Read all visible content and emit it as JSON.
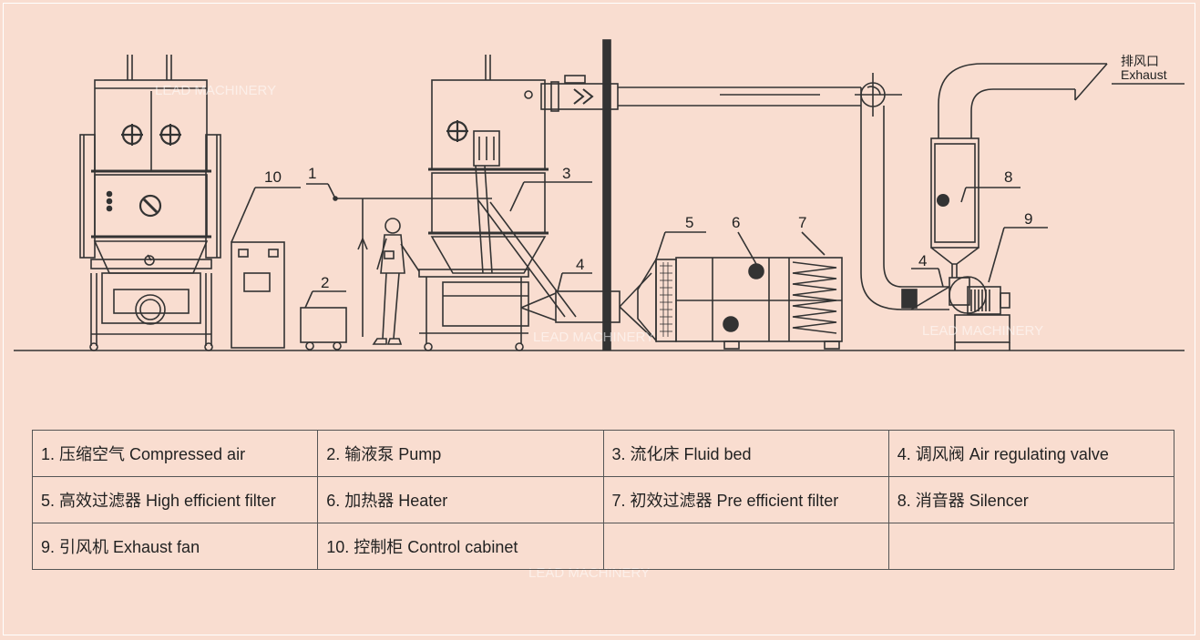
{
  "callouts": {
    "c1": "1",
    "c2": "2",
    "c3": "3",
    "c4a": "4",
    "c4b": "4",
    "c5": "5",
    "c6": "6",
    "c7": "7",
    "c8": "8",
    "c9": "9",
    "c10": "10"
  },
  "exhaust": {
    "zh": "排风口",
    "en": "Exhaust"
  },
  "watermark": "LEAD MACHINERY",
  "legend": [
    [
      "1. 压缩空气 Compressed air",
      "2. 输液泵 Pump",
      "3. 流化床 Fluid bed",
      "4. 调风阀 Air regulating valve"
    ],
    [
      "5. 高效过滤器 High efficient filter",
      "6. 加热器 Heater",
      "7. 初效过滤器 Pre efficient filter",
      "8. 消音器 Silencer"
    ],
    [
      "9. 引风机 Exhaust fan",
      "10. 控制柜 Control cabinet",
      "",
      ""
    ]
  ],
  "colors": {
    "background": "#f9ddd0",
    "line": "#333333"
  }
}
